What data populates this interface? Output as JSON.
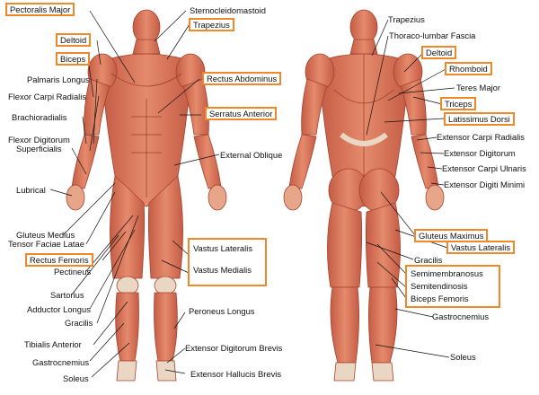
{
  "colors": {
    "highlight_border": "#f0882a",
    "muscle": "#d9735a",
    "muscle_dark": "#b4503c",
    "tendon": "#e9d6c3",
    "leader": "#111111"
  },
  "front_view": {
    "labels": [
      {
        "id": "pectoralis-major",
        "text": "Pectoralis Major",
        "highlighted": true
      },
      {
        "id": "sternocleidomastoid",
        "text": "Sternocleidomastoid",
        "highlighted": false
      },
      {
        "id": "trapezius",
        "text": "Trapezius",
        "highlighted": true
      },
      {
        "id": "deltoid",
        "text": "Deltoid",
        "highlighted": true
      },
      {
        "id": "biceps",
        "text": "Biceps",
        "highlighted": true
      },
      {
        "id": "rectus-abdominus",
        "text": "Rectus Abdominus",
        "highlighted": true
      },
      {
        "id": "palmaris-longus",
        "text": "Palmaris Longus",
        "highlighted": false
      },
      {
        "id": "flexor-carpi-radialis",
        "text": "Flexor Carpi Radialis",
        "highlighted": false
      },
      {
        "id": "serratus-anterior",
        "text": "Serratus Anterior",
        "highlighted": true
      },
      {
        "id": "brachioradialis",
        "text": "Brachioradialis",
        "highlighted": false
      },
      {
        "id": "flexor-digitorum-superficialis-1",
        "text": "Flexor Digitorum",
        "highlighted": false
      },
      {
        "id": "flexor-digitorum-superficialis-2",
        "text": "Superficialis",
        "highlighted": false
      },
      {
        "id": "external-oblique",
        "text": "External Oblique",
        "highlighted": false
      },
      {
        "id": "lubrical",
        "text": "Lubrical",
        "highlighted": false
      },
      {
        "id": "gluteus-medius",
        "text": "Gluteus Medius",
        "highlighted": false
      },
      {
        "id": "tensor-faciae-latae",
        "text": "Tensor Faciae Latae",
        "highlighted": false
      },
      {
        "id": "rectus-femoris",
        "text": "Rectus Femoris",
        "highlighted": true
      },
      {
        "id": "pectineus",
        "text": "Pectineus",
        "highlighted": false
      },
      {
        "id": "sartorius",
        "text": "Sartorius",
        "highlighted": false
      },
      {
        "id": "adductor-longus",
        "text": "Adductor Longus",
        "highlighted": false
      },
      {
        "id": "gracilis-front",
        "text": "Gracilis",
        "highlighted": false
      },
      {
        "id": "tibialis-anterior",
        "text": "Tibialis Anterior",
        "highlighted": false
      },
      {
        "id": "gastrocnemius-front",
        "text": "Gastrocnemius",
        "highlighted": false
      },
      {
        "id": "soleus-front",
        "text": "Soleus",
        "highlighted": false
      },
      {
        "id": "peroneus-longus",
        "text": "Peroneus Longus",
        "highlighted": false
      },
      {
        "id": "extensor-digitorum-brevis",
        "text": "Extensor Digitorum Brevis",
        "highlighted": false
      },
      {
        "id": "extensor-hallucis-brevis",
        "text": "Extensor Hallucis Brevis",
        "highlighted": false
      }
    ],
    "vastus_group": [
      "Vastus Lateralis",
      "Vastus Medialis"
    ]
  },
  "back_view": {
    "labels": [
      {
        "id": "trapezius-back",
        "text": "Trapezius",
        "highlighted": false
      },
      {
        "id": "thoraco-lumbar-fascia",
        "text": "Thoraco-lumbar Fascia",
        "highlighted": false
      },
      {
        "id": "deltoid-back",
        "text": "Deltoid",
        "highlighted": true
      },
      {
        "id": "rhomboid",
        "text": "Rhomboid",
        "highlighted": true
      },
      {
        "id": "teres-major",
        "text": "Teres Major",
        "highlighted": false
      },
      {
        "id": "triceps",
        "text": "Triceps",
        "highlighted": true
      },
      {
        "id": "latissimus-dorsi",
        "text": "Latissimus Dorsi",
        "highlighted": true
      },
      {
        "id": "extensor-carpi-radialis",
        "text": "Extensor Carpi Radialis",
        "highlighted": false
      },
      {
        "id": "extensor-digitorum",
        "text": "Extensor Digitorum",
        "highlighted": false
      },
      {
        "id": "extensor-carpi-ulnaris",
        "text": "Extensor Carpi Ulnaris",
        "highlighted": false
      },
      {
        "id": "extensor-digiti-minimi",
        "text": "Extensor Digiti Minimi",
        "highlighted": false
      },
      {
        "id": "gluteus-maximus",
        "text": "Gluteus Maximus",
        "highlighted": true
      },
      {
        "id": "vastus-lateralis-back",
        "text": "Vastus Lateralis",
        "highlighted": true
      },
      {
        "id": "gracilis-back",
        "text": "Gracilis",
        "highlighted": false
      },
      {
        "id": "gastrocnemius-back",
        "text": "Gastrocnemius",
        "highlighted": false
      },
      {
        "id": "soleus-back",
        "text": "Soleus",
        "highlighted": false
      }
    ],
    "hamstring_group": [
      "Semimembranosus",
      "Semitendinosis",
      "Biceps Femoris"
    ]
  }
}
